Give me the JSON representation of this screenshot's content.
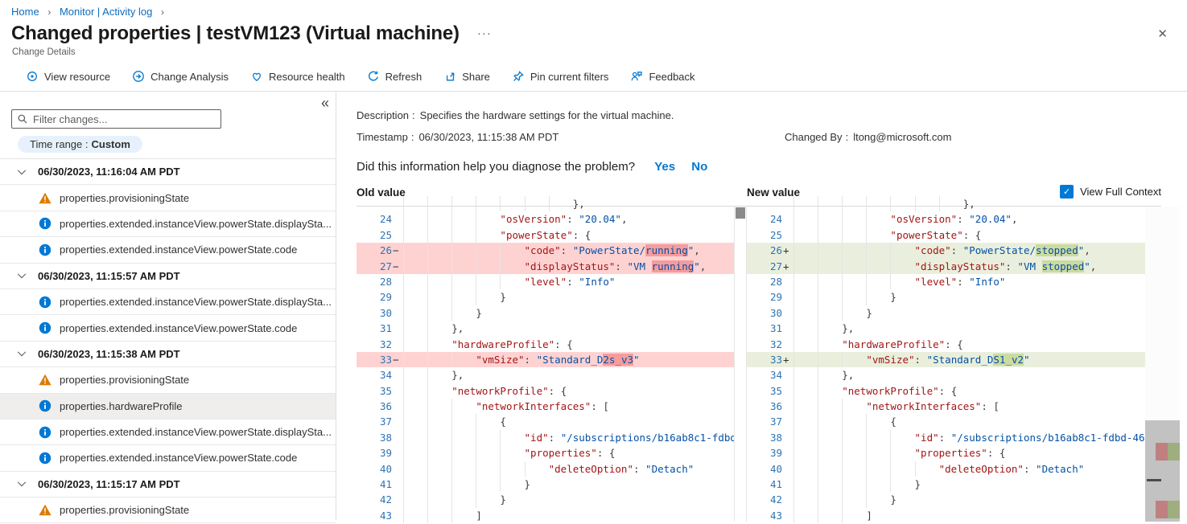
{
  "breadcrumb": {
    "separator": "›",
    "items": [
      {
        "label": "Home"
      },
      {
        "label": "Monitor | Activity log"
      }
    ]
  },
  "header": {
    "title": "Changed properties | testVM123 (Virtual machine)",
    "ellipsis": "···",
    "close_glyph": "✕",
    "subtitle": "Change Details"
  },
  "toolbar": {
    "items": [
      {
        "icon": "view-resource-icon",
        "label": "View resource"
      },
      {
        "icon": "change-analysis-icon",
        "label": "Change Analysis"
      },
      {
        "icon": "resource-health-icon",
        "label": "Resource health"
      },
      {
        "icon": "refresh-icon",
        "label": "Refresh"
      },
      {
        "icon": "share-icon",
        "label": "Share"
      },
      {
        "icon": "pin-icon",
        "label": "Pin current filters"
      },
      {
        "icon": "feedback-icon",
        "label": "Feedback"
      }
    ]
  },
  "sidebar": {
    "collapse_glyph": "«",
    "filter_placeholder": "Filter changes...",
    "time_range_label": "Time range :",
    "time_range_value": "Custom",
    "groups": [
      {
        "date": "06/30/2023, 11:16:04 AM PDT",
        "items": [
          {
            "icon": "warning",
            "label": "properties.provisioningState"
          },
          {
            "icon": "info",
            "label": "properties.extended.instanceView.powerState.displaySta..."
          },
          {
            "icon": "info",
            "label": "properties.extended.instanceView.powerState.code"
          }
        ]
      },
      {
        "date": "06/30/2023, 11:15:57 AM PDT",
        "items": [
          {
            "icon": "info",
            "label": "properties.extended.instanceView.powerState.displaySta..."
          },
          {
            "icon": "info",
            "label": "properties.extended.instanceView.powerState.code"
          }
        ]
      },
      {
        "date": "06/30/2023, 11:15:38 AM PDT",
        "items": [
          {
            "icon": "warning",
            "label": "properties.provisioningState"
          },
          {
            "icon": "info",
            "label": "properties.hardwareProfile",
            "selected": true
          },
          {
            "icon": "info",
            "label": "properties.extended.instanceView.powerState.displaySta..."
          },
          {
            "icon": "info",
            "label": "properties.extended.instanceView.powerState.code"
          }
        ]
      },
      {
        "date": "06/30/2023, 11:15:17 AM PDT",
        "items": [
          {
            "icon": "warning",
            "label": "properties.provisioningState"
          }
        ]
      }
    ]
  },
  "details": {
    "description_label": "Description",
    "colon": ":",
    "description": "Specifies the hardware settings for the virtual machine.",
    "timestamp_label": "Timestamp",
    "timestamp": "06/30/2023, 11:15:38 AM PDT",
    "changed_by_label": "Changed By",
    "changed_by": "ltong@microsoft.com",
    "question": "Did this information help you diagnose the problem?",
    "yes_label": "Yes",
    "no_label": "No"
  },
  "diff": {
    "old_title": "Old value",
    "new_title": "New value",
    "view_full_context_label": "View Full Context",
    "checkbox_checked": true,
    "check_glyph": "✓",
    "del_sign": "−",
    "add_sign": "+",
    "colors": {
      "accent": "#0078d4",
      "warning_icon": "#dc7b00",
      "info_icon": "#0078d4",
      "key": "#a31515",
      "value": "#0451a5",
      "del_row": "#ffd2d2",
      "del_char": "#f59c9c",
      "add_row": "#e9efdc",
      "add_char": "#ccdb9e"
    },
    "lines": [
      {
        "num": "",
        "indent": 7,
        "segs": [
          [
            "p",
            "},"
          ]
        ]
      },
      {
        "num": "24",
        "indent": 4,
        "segs": [
          [
            "k",
            "\"osVersion\""
          ],
          [
            "p",
            ": "
          ],
          [
            "v",
            "\"20.04\""
          ],
          [
            "p",
            ","
          ]
        ]
      },
      {
        "num": "25",
        "indent": 4,
        "segs": [
          [
            "k",
            "\"powerState\""
          ],
          [
            "p",
            ": {"
          ]
        ]
      },
      {
        "num": "26",
        "indent": 5,
        "change": true,
        "old": {
          "segs": [
            [
              "k",
              "\"code\""
            ],
            [
              "p",
              ": "
            ],
            [
              "v",
              "\"PowerState/"
            ],
            [
              "hd",
              "running"
            ],
            [
              "v",
              "\""
            ],
            [
              "p",
              ","
            ]
          ]
        },
        "new": {
          "segs": [
            [
              "k",
              "\"code\""
            ],
            [
              "p",
              ": "
            ],
            [
              "v",
              "\"PowerState/"
            ],
            [
              "ha",
              "stopped"
            ],
            [
              "v",
              "\""
            ],
            [
              "p",
              ","
            ]
          ]
        }
      },
      {
        "num": "27",
        "indent": 5,
        "change": true,
        "old": {
          "segs": [
            [
              "k",
              "\"displayStatus\""
            ],
            [
              "p",
              ": "
            ],
            [
              "v",
              "\"VM "
            ],
            [
              "hd",
              "running"
            ],
            [
              "v",
              "\""
            ],
            [
              "p",
              ","
            ]
          ]
        },
        "new": {
          "segs": [
            [
              "k",
              "\"displayStatus\""
            ],
            [
              "p",
              ": "
            ],
            [
              "v",
              "\"VM "
            ],
            [
              "ha",
              "stopped"
            ],
            [
              "v",
              "\""
            ],
            [
              "p",
              ","
            ]
          ]
        }
      },
      {
        "num": "28",
        "indent": 5,
        "segs": [
          [
            "k",
            "\"level\""
          ],
          [
            "p",
            ": "
          ],
          [
            "v",
            "\"Info\""
          ]
        ]
      },
      {
        "num": "29",
        "indent": 4,
        "segs": [
          [
            "p",
            "}"
          ]
        ]
      },
      {
        "num": "30",
        "indent": 3,
        "segs": [
          [
            "p",
            "}"
          ]
        ]
      },
      {
        "num": "31",
        "indent": 2,
        "segs": [
          [
            "p",
            "},"
          ]
        ]
      },
      {
        "num": "32",
        "indent": 2,
        "segs": [
          [
            "k",
            "\"hardwareProfile\""
          ],
          [
            "p",
            ": {"
          ]
        ]
      },
      {
        "num": "33",
        "indent": 3,
        "change": true,
        "old": {
          "segs": [
            [
              "k",
              "\"vmSize\""
            ],
            [
              "p",
              ": "
            ],
            [
              "v",
              "\"Standard_D"
            ],
            [
              "hd",
              "2s_v3"
            ],
            [
              "v",
              "\""
            ]
          ]
        },
        "new": {
          "segs": [
            [
              "k",
              "\"vmSize\""
            ],
            [
              "p",
              ": "
            ],
            [
              "v",
              "\"Standard_D"
            ],
            [
              "ha",
              "S1_v2"
            ],
            [
              "v",
              "\""
            ]
          ]
        }
      },
      {
        "num": "34",
        "indent": 2,
        "segs": [
          [
            "p",
            "},"
          ]
        ]
      },
      {
        "num": "35",
        "indent": 2,
        "segs": [
          [
            "k",
            "\"networkProfile\""
          ],
          [
            "p",
            ": {"
          ]
        ]
      },
      {
        "num": "36",
        "indent": 3,
        "segs": [
          [
            "k",
            "\"networkInterfaces\""
          ],
          [
            "p",
            ": ["
          ]
        ]
      },
      {
        "num": "37",
        "indent": 4,
        "segs": [
          [
            "p",
            "{"
          ]
        ]
      },
      {
        "num": "38",
        "indent": 5,
        "segs": [
          [
            "k",
            "\"id\""
          ],
          [
            "p",
            ": "
          ],
          [
            "v",
            "\"/subscriptions/b16ab8c1-fdbd-46"
          ]
        ]
      },
      {
        "num": "39",
        "indent": 5,
        "segs": [
          [
            "k",
            "\"properties\""
          ],
          [
            "p",
            ": {"
          ]
        ]
      },
      {
        "num": "40",
        "indent": 6,
        "segs": [
          [
            "k",
            "\"deleteOption\""
          ],
          [
            "p",
            ": "
          ],
          [
            "v",
            "\"Detach\""
          ]
        ]
      },
      {
        "num": "41",
        "indent": 5,
        "segs": [
          [
            "p",
            "}"
          ]
        ]
      },
      {
        "num": "42",
        "indent": 4,
        "segs": [
          [
            "p",
            "}"
          ]
        ]
      },
      {
        "num": "43",
        "indent": 3,
        "segs": [
          [
            "p",
            "]"
          ]
        ]
      }
    ]
  }
}
